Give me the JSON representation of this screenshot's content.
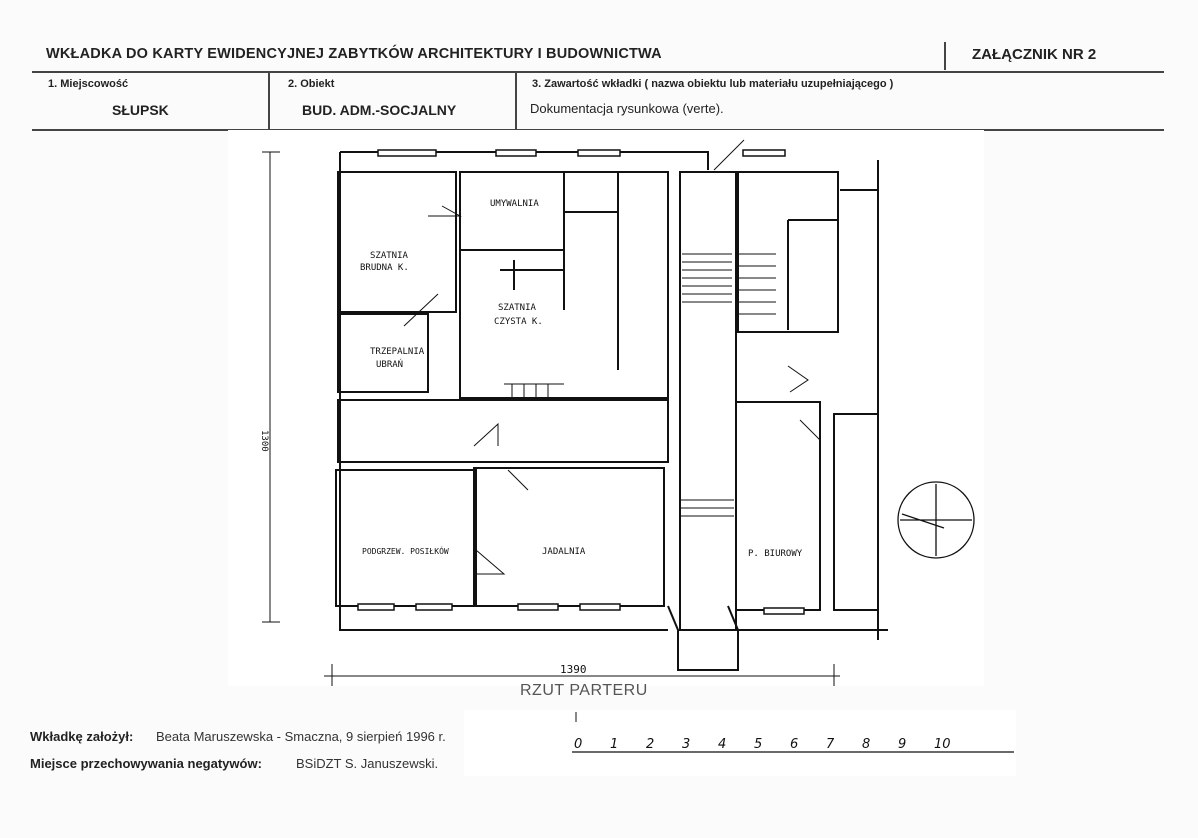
{
  "header": {
    "title": "WKŁADKA DO KARTY EWIDENCYJNEJ ZABYTKÓW ARCHITEKTURY I BUDOWNICTWA",
    "annex": "ZAŁĄCZNIK NR 2"
  },
  "fields": {
    "location_label": "1. Miejscowość",
    "location_value": "SŁUPSK",
    "object_label": "2. Obiekt",
    "object_value": "BUD. ADM.-SOCJALNY",
    "content_label": "3. Zawartość wkładki ( nazwa obiektu lub materiału uzupełniającego )",
    "content_value": "Dokumentacja rysunkowa (verte)."
  },
  "drawing": {
    "caption": "RZUT PARTERU",
    "dim_vertical": "1300",
    "dim_horizontal": "1390",
    "rooms": {
      "umywalnia": "UMYWALNIA",
      "szatnia_brudna_1": "SZATNIA",
      "szatnia_brudna_2": "BRUDNA K.",
      "szatnia_czysta_1": "SZATNIA",
      "szatnia_czysta_2": "CZYSTA K.",
      "trzepalnia_1": "TRZEPALNIA",
      "trzepalnia_2": "UBRAŃ",
      "podgrzew": "PODGRZEW. POSIŁKÓW",
      "jadalnia": "JADALNIA",
      "biurowy": "P. BIUROWY"
    },
    "scale_ticks": [
      "0",
      "1",
      "2",
      "3",
      "4",
      "5",
      "6",
      "7",
      "8",
      "9",
      "10"
    ]
  },
  "footer": {
    "author_label": "Wkładkę założył:",
    "author_value": "Beata Maruszewska - Smaczna, 9 sierpień 1996 r.",
    "storage_label": "Miejsce przechowywania negatywów:",
    "storage_value": "BSiDZT  S. Januszewski."
  }
}
